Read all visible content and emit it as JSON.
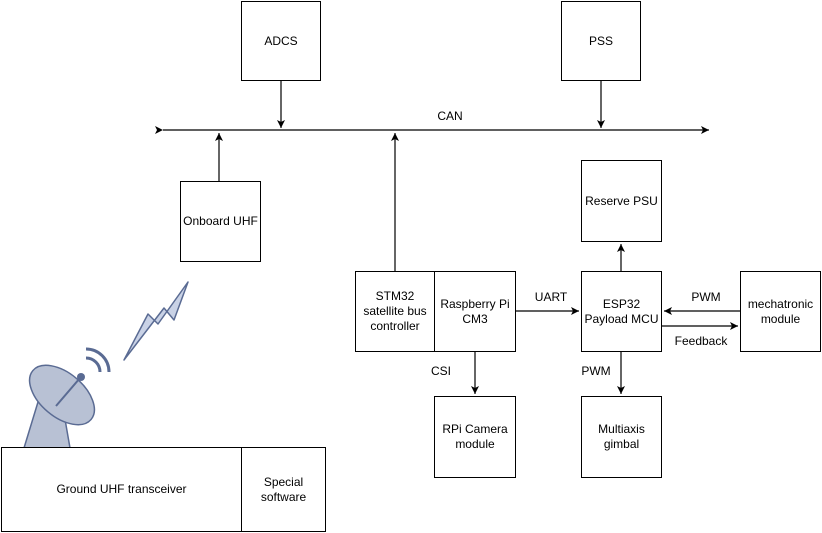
{
  "nodes": {
    "adcs": "ADCS",
    "pss": "PSS",
    "onboard_uhf": "Onboard UHF",
    "stm32": "STM32\nsatellite bus\ncontroller",
    "rpi": "Raspberry Pi\nCM3",
    "reserve_psu": "Reserve PSU",
    "esp32": "ESP32\nPayload MCU",
    "mechatronic": "mechatronic\nmodule",
    "camera": "RPi Camera\nmodule",
    "gimbal": "Multiaxis\ngimbal",
    "ground": "Ground UHF transceiver",
    "software": "Special\nsoftware"
  },
  "labels": {
    "can": "CAN",
    "uart": "UART",
    "pwm_mech": "PWM",
    "feedback": "Feedback",
    "csi": "CSI",
    "pwm_gimbal": "PWM"
  },
  "colors": {
    "line": "#000000",
    "antenna_fill": "#b8c1d4",
    "antenna_stroke": "#5a6b93"
  },
  "icons": [
    "satellite-dish-icon",
    "wireless-signal-icon",
    "lightning-bolt-icon"
  ]
}
